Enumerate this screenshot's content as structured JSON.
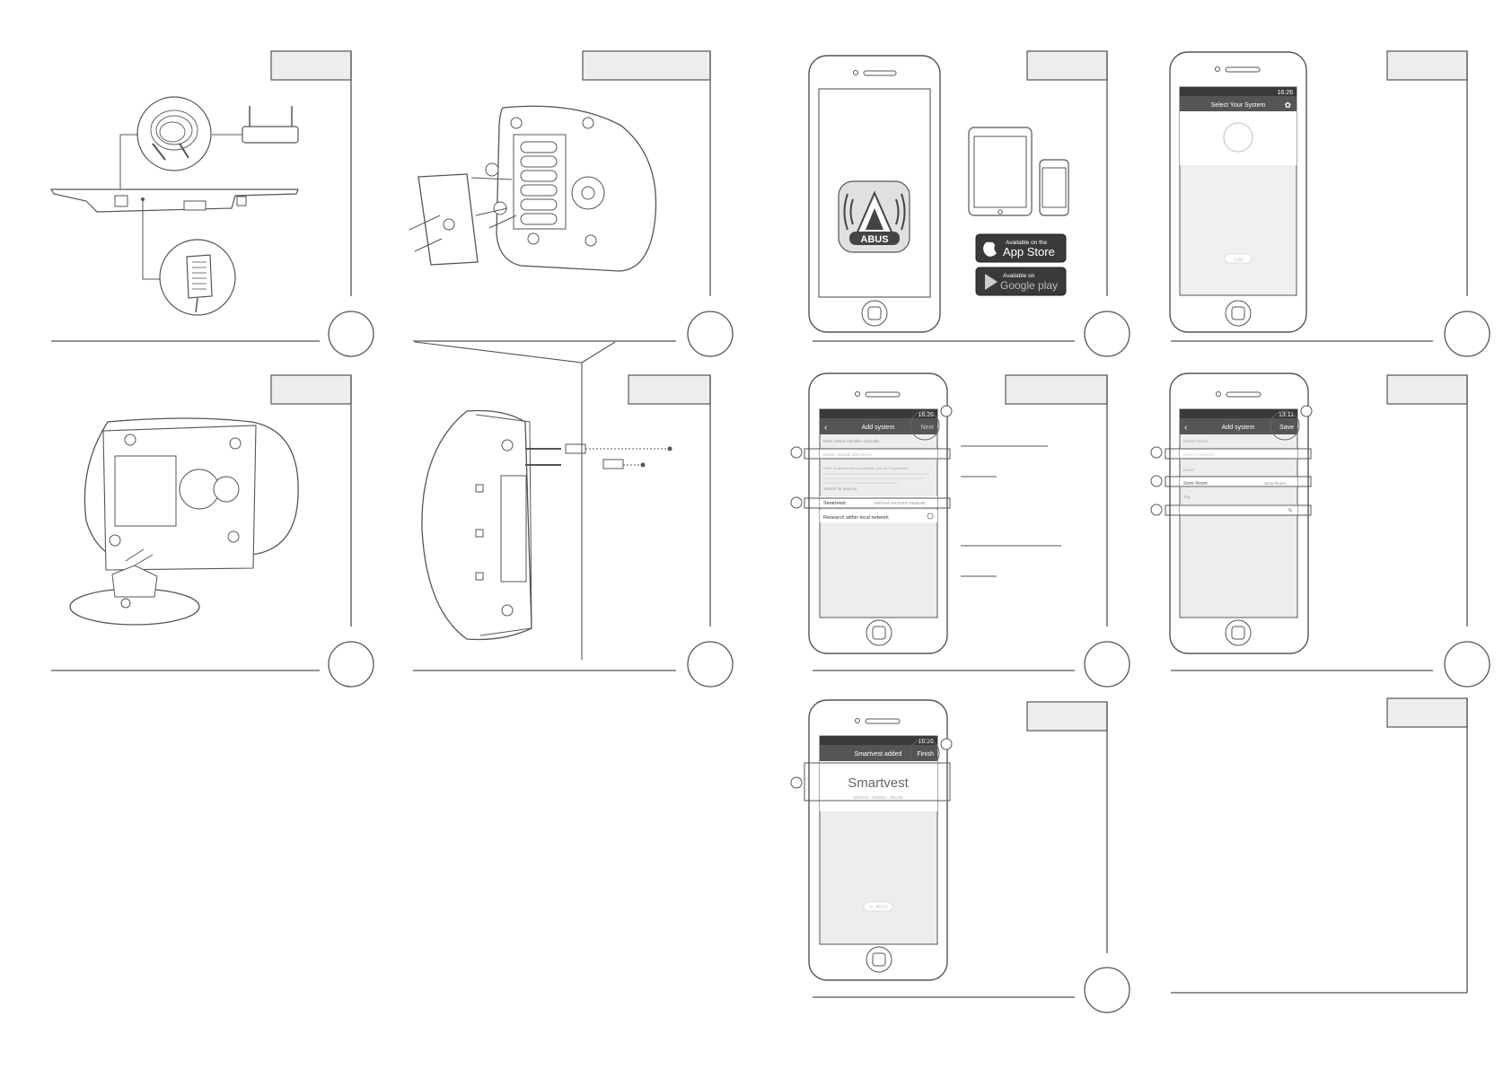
{
  "app_icon": {
    "brand": "ABUS"
  },
  "badges": {
    "app_store_small": "Available on the",
    "app_store_big": "App Store",
    "google_small": "Available on",
    "google_big": "Google play"
  },
  "screen_select": {
    "status_time": "16:26",
    "title": "Select Your System",
    "button": "Add"
  },
  "screen_add1": {
    "status_time": "16:26",
    "title": "Add system",
    "action": "Next",
    "label1": "Enter device identifier manually",
    "field1": "Button: Manual add entries",
    "help": "Enter Smartvest device identifier and Wi-Fi password",
    "label2": "Search for devices",
    "row1_name": "Smartvest",
    "row1_id": "INFGAG-XXXXXX-YBZKAB",
    "row2": "Research within local network"
  },
  "screen_add2": {
    "status_time": "13:11",
    "title": "Add system",
    "action": "Save",
    "field1": "Device Name",
    "field2": "Device Password",
    "label3": "Room",
    "row_room": "Store Room",
    "row_room_value": "Store Room",
    "label4": "Tag"
  },
  "screen_added": {
    "status_time": "16:26",
    "title": "Smartvest added",
    "action": "Finish",
    "device": "Smartvest",
    "device_id": "INFGAG - 000000 - ABCDE",
    "button": "Ja, ABUS"
  }
}
